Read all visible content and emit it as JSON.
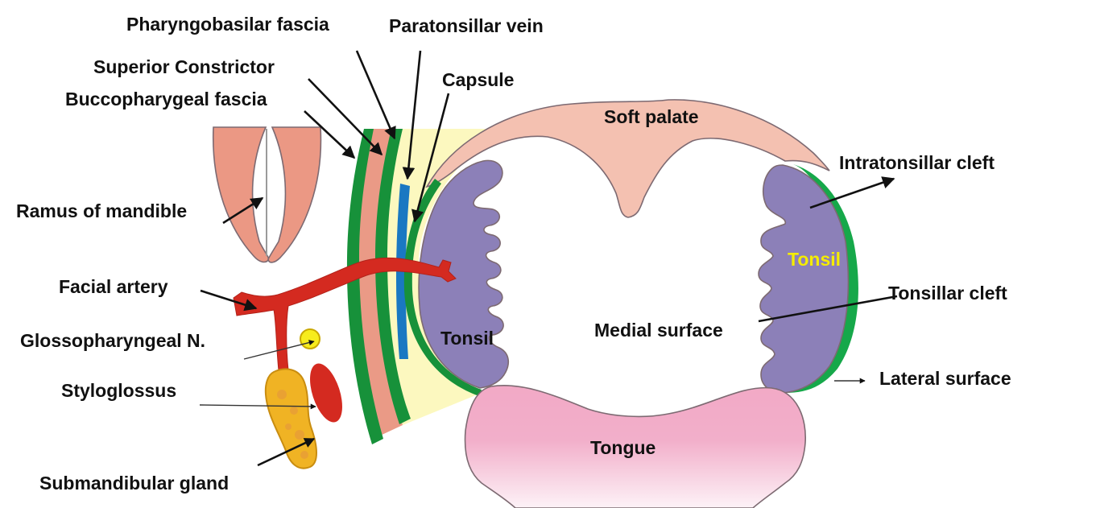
{
  "labels": {
    "pharyngobasilar_fascia": "Pharyngobasilar fascia",
    "paratonsillar_vein": "Paratonsillar vein",
    "superior_constrictor": "Superior Constrictor",
    "capsule": "Capsule",
    "buccopharygeal_fascia": "Buccopharygeal fascia",
    "soft_palate": "Soft palate",
    "intratonsillar_cleft": "Intratonsillar cleft",
    "ramus_of_mandible": "Ramus of mandible",
    "facial_artery": "Facial artery",
    "tonsil_right_yellow": "Tonsil",
    "tonsillar_cleft": "Tonsillar cleft",
    "glossopharyngeal_n": "Glossopharyngeal N.",
    "tonsil_left": "Tonsil",
    "medial_surface": "Medial surface",
    "styloglossus": "Styloglossus",
    "lateral_surface": "Lateral surface",
    "tongue": "Tongue",
    "submandibular_gland": "Submandibular gland"
  },
  "colors": {
    "fascia_green": "#17913a",
    "capsule_green": "#16a84a",
    "muscle_salmon": "#ea9a86",
    "mandible_salmon": "#eb9884",
    "paratonsillar_space": "#fcf8bf",
    "vein_blue": "#1a78c2",
    "tonsil_purple": "#8c80b8",
    "soft_palate": "#f4c1b1",
    "tongue_pink": "#f2a9c6",
    "artery_red": "#d42a20",
    "nerve_yellow": "#f7ec1d",
    "gland_orange": "#f0b324"
  }
}
